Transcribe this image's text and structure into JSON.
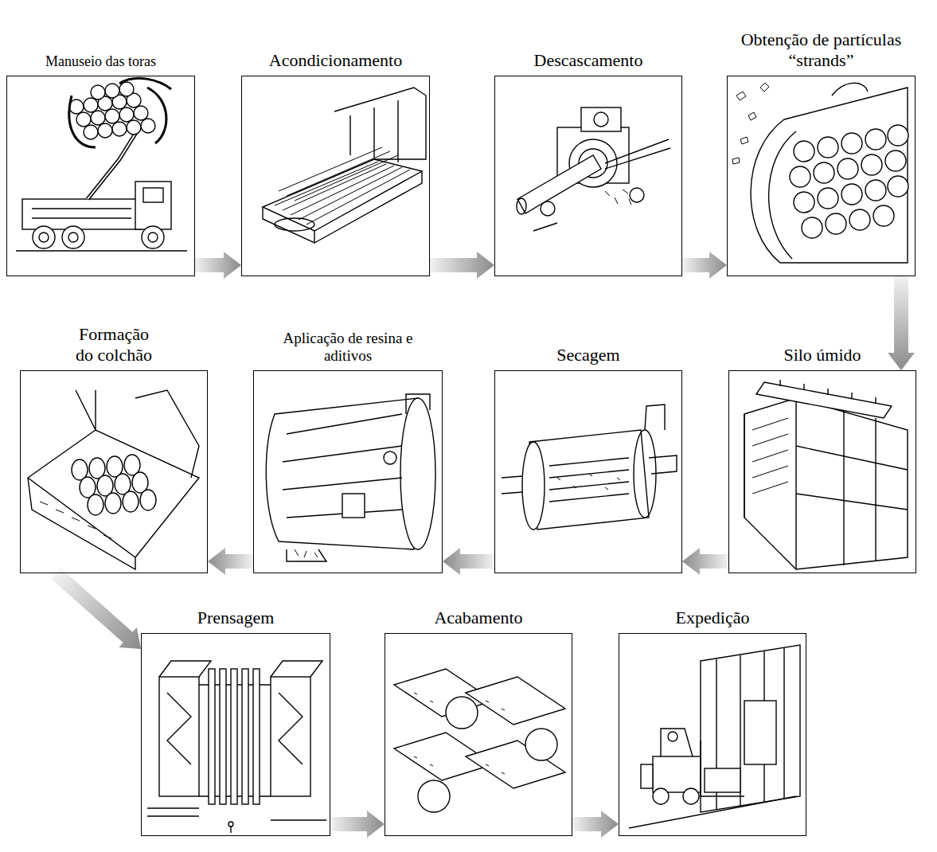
{
  "diagram": {
    "nodes": [
      {
        "text": [
          "Manuseio das toras"
        ]
      },
      {
        "text": [
          "Acondicionamento"
        ]
      },
      {
        "text": [
          "Descascamento"
        ]
      },
      {
        "text": [
          "Obtenção de partículas “strands”"
        ]
      },
      {
        "text": [
          "Silo úmido"
        ]
      },
      {
        "text": [
          "Secagem"
        ]
      },
      {
        "text": [
          "Aplicação de resina e aditivos"
        ]
      },
      {
        "text": [
          "Formação do colchão"
        ]
      },
      {
        "text": [
          "Prensagem"
        ]
      },
      {
        "text": [
          "Acabamento"
        ]
      },
      {
        "text": [
          "Expedição"
        ]
      }
    ],
    "edges": [
      {
        "from": 0,
        "to": 1,
        "arrow": "to"
      },
      {
        "from": 1,
        "to": 2,
        "arrow": "to"
      },
      {
        "from": 2,
        "to": 3,
        "arrow": "to"
      },
      {
        "from": 3,
        "to": 4,
        "arrow": "to"
      },
      {
        "from": 4,
        "to": 5,
        "arrow": "to"
      },
      {
        "from": 5,
        "to": 6,
        "arrow": "to"
      },
      {
        "from": 6,
        "to": 7,
        "arrow": "to"
      },
      {
        "from": 7,
        "to": 8,
        "arrow": "to"
      },
      {
        "from": 8,
        "to": 9,
        "arrow": "to"
      },
      {
        "from": 9,
        "to": 10,
        "arrow": "to"
      }
    ]
  }
}
